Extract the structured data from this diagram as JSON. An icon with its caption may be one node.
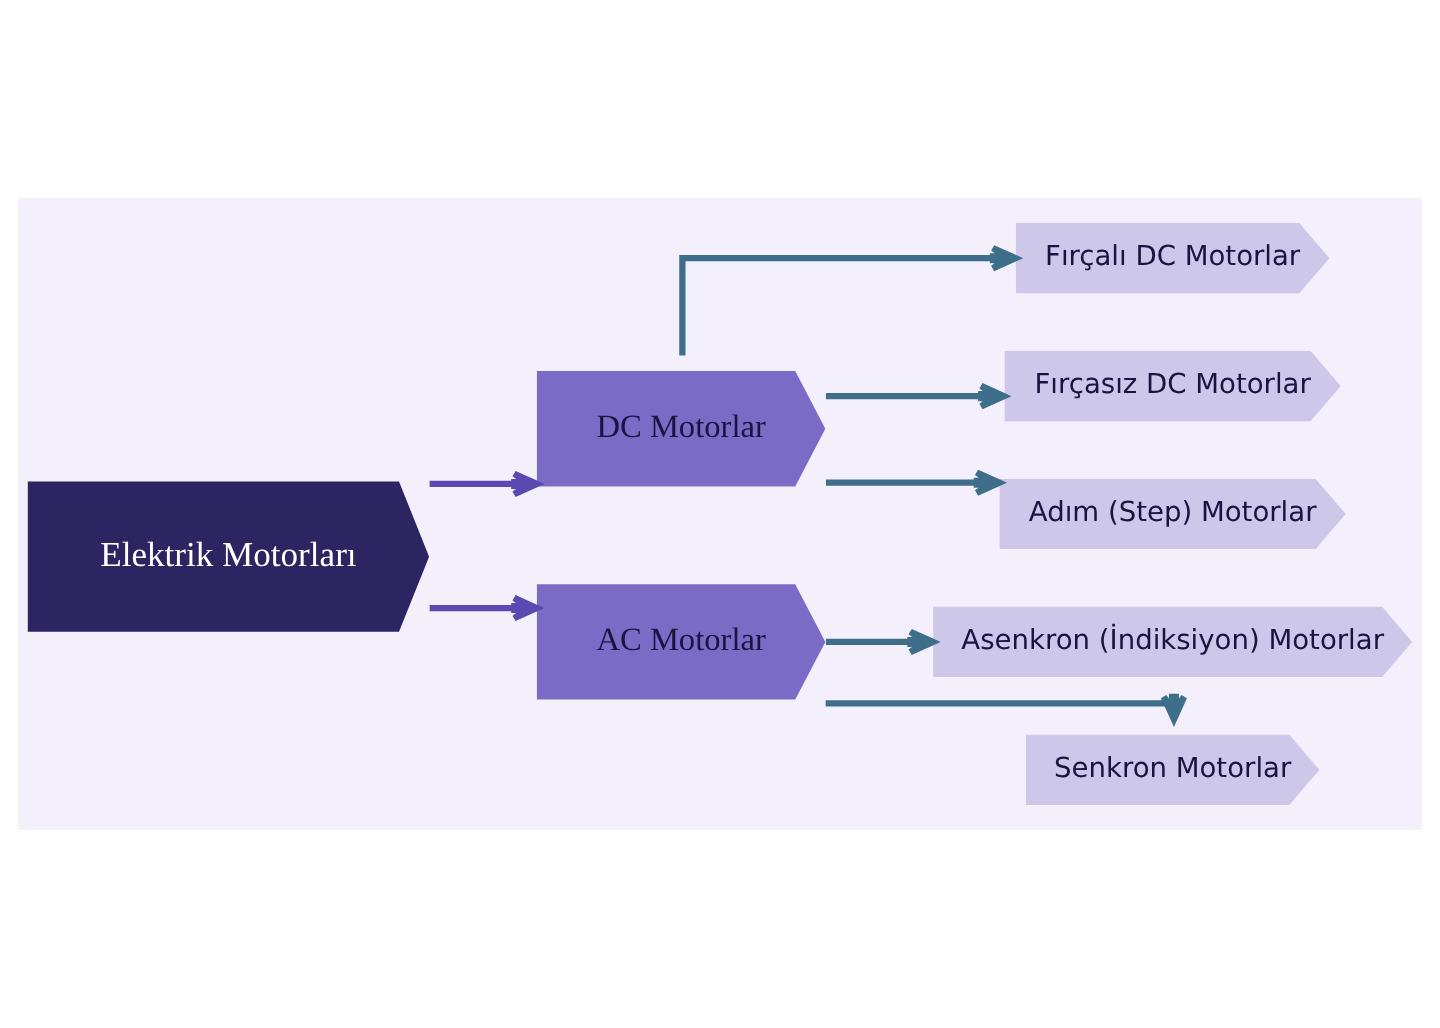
{
  "diagram": {
    "nodes": [
      {
        "text": [
          "Elektrik Motorları"
        ]
      },
      {
        "text": [
          "DC Motorlar"
        ]
      },
      {
        "text": [
          "AC Motorlar"
        ]
      },
      {
        "text": [
          "Fırçalı DC Motorlar"
        ]
      },
      {
        "text": [
          "Fırçasız DC Motorlar"
        ]
      },
      {
        "text": [
          "Adım (Step) Motorlar"
        ]
      },
      {
        "text": [
          "Asenkron (İndiksiyon) Motorlar"
        ]
      },
      {
        "text": [
          "Senkron Motorlar"
        ]
      }
    ],
    "edges": [
      {
        "from": 0,
        "to": 1,
        "arrow": "to",
        "color": "#5a49b0"
      },
      {
        "from": 0,
        "to": 2,
        "arrow": "to",
        "color": "#5a49b0"
      },
      {
        "from": 1,
        "to": 3,
        "arrow": "to"
      },
      {
        "from": 1,
        "to": 4,
        "arrow": "to"
      },
      {
        "from": 1,
        "to": 5,
        "arrow": "to"
      },
      {
        "from": 2,
        "to": 6,
        "arrow": "to"
      },
      {
        "from": 2,
        "to": 7,
        "arrow": "to"
      }
    ]
  }
}
